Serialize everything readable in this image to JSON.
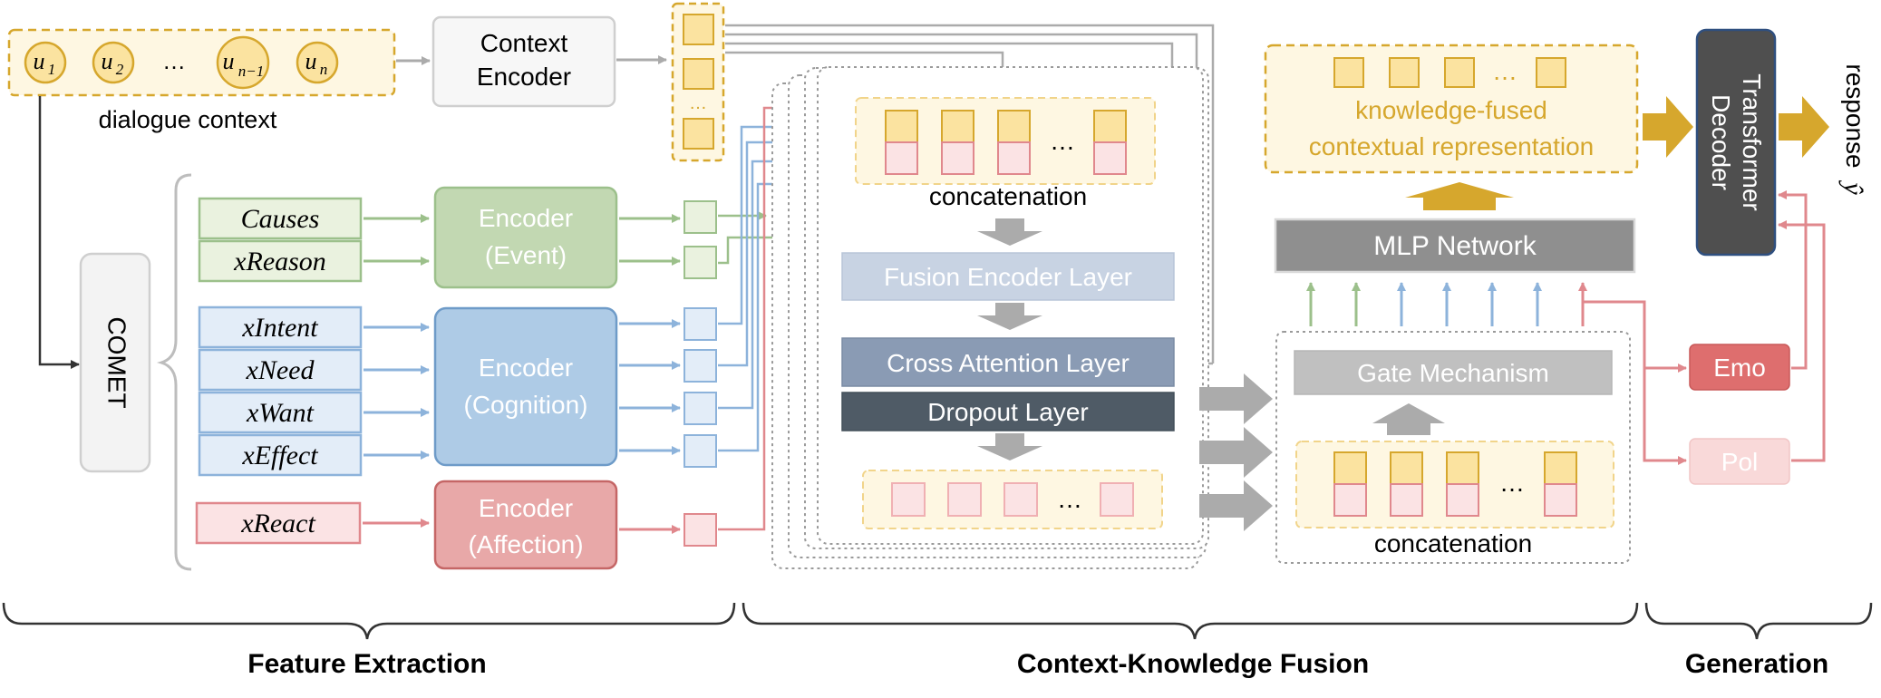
{
  "colors": {
    "gold": "#D6A72D",
    "gold_fill": "#FBE3A0",
    "gold_bg": "#FEF7E2",
    "green": "#9CC08B",
    "green_fill": "#EAF2DF",
    "green_block": "#C2D8B2",
    "blue": "#8DB3DB",
    "blue_fill": "#E3EDF8",
    "blue_block": "#AECBE6",
    "red": "#E0888D",
    "red_fill": "#FBE3E4",
    "red_block": "#E8A8A8",
    "gray_arrow": "#ABABAB",
    "dark": "#4F5B66",
    "decoder": "#4F4F4F",
    "emo": "#DE6E6E",
    "pol": "#F9D9D9"
  },
  "dialogue": {
    "utterances": [
      {
        "main": "u",
        "sub": "1"
      },
      {
        "main": "u",
        "sub": "2"
      },
      {
        "main": "u",
        "sub": "n−1"
      },
      {
        "main": "u",
        "sub": "n"
      }
    ],
    "ellipsis": "…",
    "label": "dialogue context"
  },
  "context_encoder": {
    "line1": "Context",
    "line2": "Encoder"
  },
  "context_vector": {
    "ellipsis": "…"
  },
  "comet": {
    "label": "COMET"
  },
  "relations": {
    "event": [
      "Causes",
      "xReason"
    ],
    "cognition": [
      "xIntent",
      "xNeed",
      "xWant",
      "xEffect"
    ],
    "affection": [
      "xReact"
    ]
  },
  "encoders": {
    "event": {
      "line1": "Encoder",
      "line2": "(Event)"
    },
    "cognition": {
      "line1": "Encoder",
      "line2": "(Cognition)"
    },
    "affection": {
      "line1": "Encoder",
      "line2": "(Affection)"
    }
  },
  "fusion": {
    "concat_label": "concatenation",
    "ellipsis": "…",
    "fusion_encoder_layer": "Fusion Encoder Layer",
    "cross_attention_layer": "Cross Attention Layer",
    "dropout_layer": "Dropout Layer"
  },
  "gate": {
    "label": "Gate Mechanism",
    "concat_label": "concatenation",
    "ellipsis": "…"
  },
  "mlp": {
    "label": "MLP Network"
  },
  "knowledge_fused": {
    "line1": "knowledge-fused",
    "line2": "contextual representation",
    "ellipsis": "…"
  },
  "decoder": {
    "line1": "Transformer",
    "line2": "Decoder"
  },
  "response": {
    "label": "response",
    "symbol": "ŷ"
  },
  "emo": {
    "label": "Emo"
  },
  "pol": {
    "label": "Pol"
  },
  "sections": {
    "feature_extraction": "Feature Extraction",
    "fusion": "Context-Knowledge Fusion",
    "generation": "Generation"
  }
}
